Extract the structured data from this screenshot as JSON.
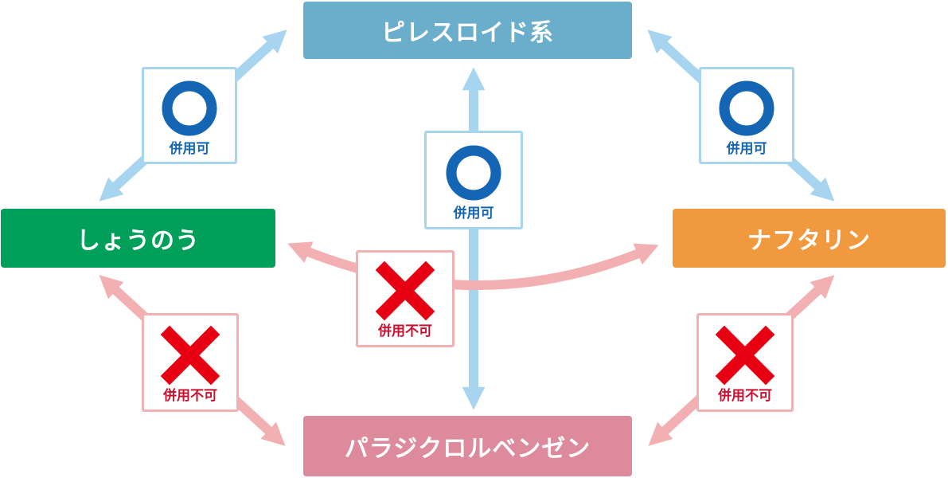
{
  "nodes": {
    "pyrethroid": {
      "label": "ピレスロイド系",
      "color": "#6aaecb"
    },
    "camphor": {
      "label": "しょうのう",
      "color": "#00a05a"
    },
    "naphthalene": {
      "label": "ナフタリン",
      "color": "#f0993f"
    },
    "pdcb": {
      "label": "パラジクロルベンゼン",
      "color": "#dc8a9c"
    }
  },
  "badges": {
    "pyrethroid_camphor": {
      "label": "併用可",
      "status": "compatible",
      "icon": "circle-mark-icon"
    },
    "pyrethroid_naphthalene": {
      "label": "併用可",
      "status": "compatible",
      "icon": "circle-mark-icon"
    },
    "pyrethroid_pdcb": {
      "label": "併用可",
      "status": "compatible",
      "icon": "circle-mark-icon"
    },
    "camphor_naphthalene": {
      "label": "併用不可",
      "status": "incompatible",
      "icon": "cross-mark-icon"
    },
    "camphor_pdcb": {
      "label": "併用不可",
      "status": "incompatible",
      "icon": "cross-mark-icon"
    },
    "naphthalene_pdcb": {
      "label": "併用不可",
      "status": "incompatible",
      "icon": "cross-mark-icon"
    }
  },
  "colors": {
    "compatible_arrow": "#a7d4ee",
    "incompatible_arrow": "#f2b0b2",
    "compatible_mark": "#1565b5",
    "incompatible_mark": "#e60012"
  }
}
